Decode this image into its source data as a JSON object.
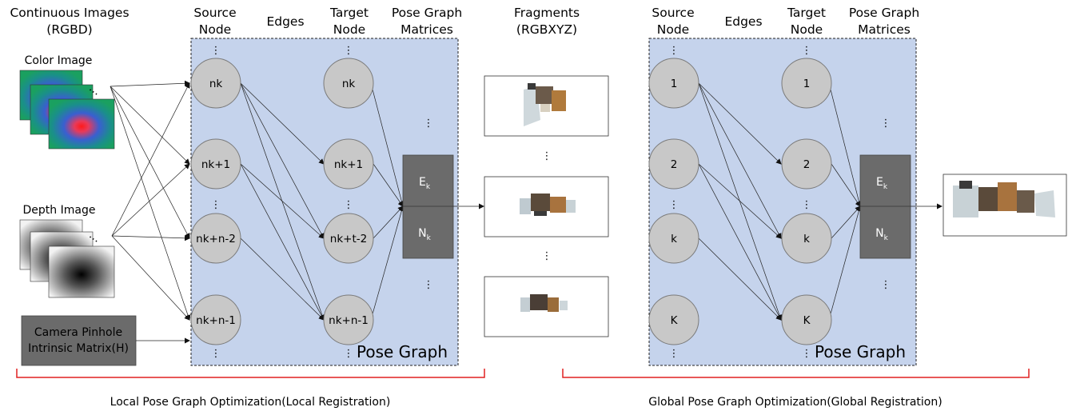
{
  "colors": {
    "panel_fill": "#c5d3ec",
    "node_fill": "#c8c8c8",
    "matrix_fill": "#6b6b6b",
    "bracket": "#e02020",
    "camera_box": "#6b6b6b"
  },
  "input": {
    "title_line1": "Continuous Images",
    "title_line2": "(RGBD)",
    "color_label": "Color Image",
    "depth_label": "Depth Image",
    "ellipsis": "...",
    "camera_line1": "Camera Pinhole",
    "camera_line2": "Intrinsic Matrix(H)"
  },
  "local": {
    "header_source_1": "Source",
    "header_source_2": "Node",
    "header_edges": "Edges",
    "header_target_1": "Target",
    "header_target_2": "Node",
    "header_matrices_1": "Pose Graph",
    "header_matrices_2": "Matrices",
    "source_nodes": [
      "nk",
      "nk+1",
      "nk+n-2",
      "nk+n-1"
    ],
    "target_nodes": [
      "nk",
      "nk+1",
      "nk+t-2",
      "nk+n-1"
    ],
    "panel_label": "Pose Graph",
    "bracket_label": "Local Pose Graph Optimization(Local Registration)"
  },
  "matrix": {
    "e_base": "E",
    "e_sub": "k",
    "n_base": "N",
    "n_sub": "k"
  },
  "fragments": {
    "title_line1": "Fragments",
    "title_line2": "(RGBXYZ)"
  },
  "global": {
    "header_source_1": "Source",
    "header_source_2": "Node",
    "header_edges": "Edges",
    "header_target_1": "Target",
    "header_target_2": "Node",
    "header_matrices_1": "Pose Graph",
    "header_matrices_2": "Matrices",
    "source_nodes": [
      "1",
      "2",
      "k",
      "K"
    ],
    "target_nodes": [
      "1",
      "2",
      "k",
      "K"
    ],
    "panel_label": "Pose Graph",
    "bracket_label": "Global Pose Graph Optimization(Global Registration)"
  },
  "vdots": "⋮"
}
